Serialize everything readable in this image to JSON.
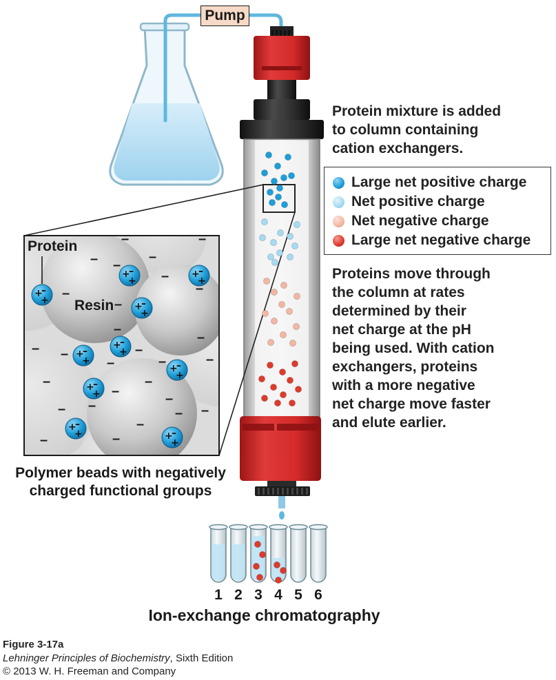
{
  "pump": {
    "label": "Pump"
  },
  "descriptions": {
    "top": [
      "Protein mixture is added",
      "to column containing",
      "cation exchangers."
    ],
    "middle": [
      "Proteins move through",
      "the column at rates",
      "determined by their",
      "net charge at the pH",
      "being used. With cation",
      "exchangers, proteins",
      "with a more negative",
      "net charge move faster",
      "and elute earlier."
    ]
  },
  "legend": {
    "items": [
      {
        "label": "Large net positive charge",
        "color": "#1f9ed8"
      },
      {
        "label": "Net positive charge",
        "color": "#a6dbf2"
      },
      {
        "label": "Net negative charge",
        "color": "#f2b7a3"
      },
      {
        "label": "Large net negative charge",
        "color": "#dd3b2c"
      }
    ]
  },
  "inset": {
    "protein_label": "Protein",
    "resin_label": "Resin",
    "caption": [
      "Polymer beads with negatively",
      "charged functional groups"
    ]
  },
  "tubes": {
    "labels": [
      "1",
      "2",
      "3",
      "4",
      "5",
      "6"
    ]
  },
  "title": "Ion-exchange chromatography",
  "figure": {
    "number": "Figure 3-17a",
    "source_title": "Lehninger Principles of Biochemistry",
    "source_edition": ", Sixth Edition",
    "copyright": "© 2013 W. H. Freeman and Company"
  },
  "colors": {
    "column_red": "#d42a2a",
    "column_dark": "#2b2b2b",
    "liquid": "#bfe4f6",
    "bead": "#c8c8c8",
    "ion_blue": "#1f9ed8"
  }
}
